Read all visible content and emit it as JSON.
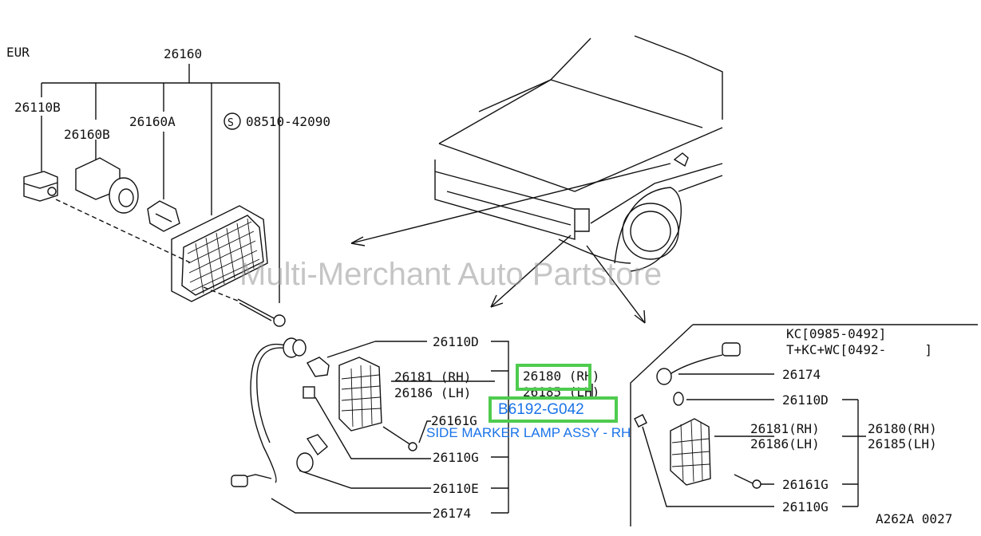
{
  "region_label": "EUR",
  "callouts": {
    "top_group": "26160",
    "top_socket": "26110B",
    "top_holder": "26160B",
    "top_bulb": "26160A",
    "top_screw": "08510-42090",
    "top_screw_symbol": "S",
    "mid_lamp_socket": "26110D",
    "mid_lens_rh": "26181 (RH)",
    "mid_lens_lh": "26186 (LH)",
    "mid_assy_rh": "26180 (RH)",
    "mid_assy_lh": "26185 (LH)",
    "mid_screw": "26161G",
    "mid_clip": "26110G",
    "mid_grommet": "26110E",
    "mid_harness": "26174",
    "right_model_line1": "KC[0985-0492]",
    "right_model_line2": "T+KC+WC[0492-     ]",
    "right_harness": "26174",
    "right_socket": "26110D",
    "right_lens_rh": "26181(RH)",
    "right_lens_lh": "26186(LH)",
    "right_assy_rh": "26180(RH)",
    "right_assy_lh": "26185(LH)",
    "right_screw": "26161G",
    "right_clip": "26110G",
    "diagram_code": "A262A 0027"
  },
  "overlay": {
    "watermark": "Multi-Merchant Auto Partstore",
    "part_code": "B6192-G042",
    "part_description": "SIDE MARKER LAMP ASSY - RH",
    "highlight_color": "#4fcc4f",
    "text_color": "#1a73e8"
  }
}
